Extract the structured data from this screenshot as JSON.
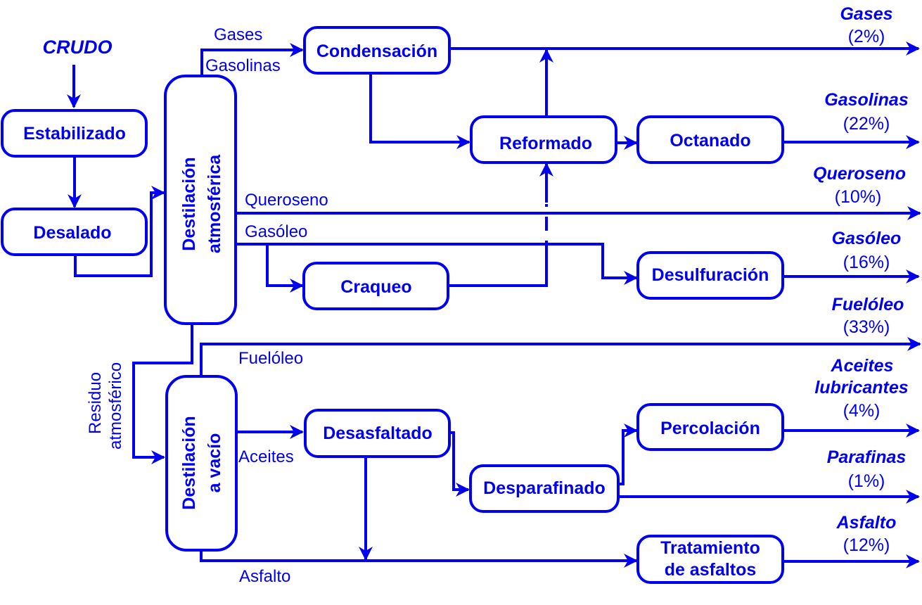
{
  "diagram": {
    "title": "Refinería de petróleo – diagrama de flujo",
    "color": "#0000ee",
    "input": "CRUDO",
    "processes": {
      "estabilizado": "Estabilizado",
      "desalado": "Desalado",
      "destilacion_atm_1": "Destilación",
      "destilacion_atm_2": "atmosférica",
      "condensacion": "Condensación",
      "reformado": "Reformado",
      "octanado": "Octanado",
      "craqueo": "Craqueo",
      "desulfuracion": "Desulfuración",
      "destilacion_vac_1": "Destilación",
      "destilacion_vac_2": "a vacío",
      "desasfaltado": "Desasfaltado",
      "desparafinado": "Desparafinado",
      "percolacion": "Percolación",
      "tratamiento_1": "Tratamiento",
      "tratamiento_2": "de asfaltos"
    },
    "flows": {
      "gases": "Gases",
      "gasolinas": "Gasolinas",
      "queroseno": "Queroseno",
      "gasoleo": "Gasóleo",
      "residuo_1": "Residuo",
      "residuo_2": "atmosférico",
      "fueloleo": "Fuelóleo",
      "aceites": "Aceites",
      "asfalto": "Asfalto"
    },
    "products": [
      {
        "name": "Gases",
        "percent": "(2%)"
      },
      {
        "name": "Gasolinas",
        "percent": "(22%)"
      },
      {
        "name": "Queroseno",
        "percent": "(10%)"
      },
      {
        "name": "Gasóleo",
        "percent": "(16%)"
      },
      {
        "name": "Fuelóleo",
        "percent": "(33%)"
      },
      {
        "name_1": "Aceites",
        "name_2": "lubricantes",
        "percent": "(4%)"
      },
      {
        "name": "Parafinas",
        "percent": "(1%)"
      },
      {
        "name": "Asfalto",
        "percent": "(12%)"
      }
    ]
  }
}
